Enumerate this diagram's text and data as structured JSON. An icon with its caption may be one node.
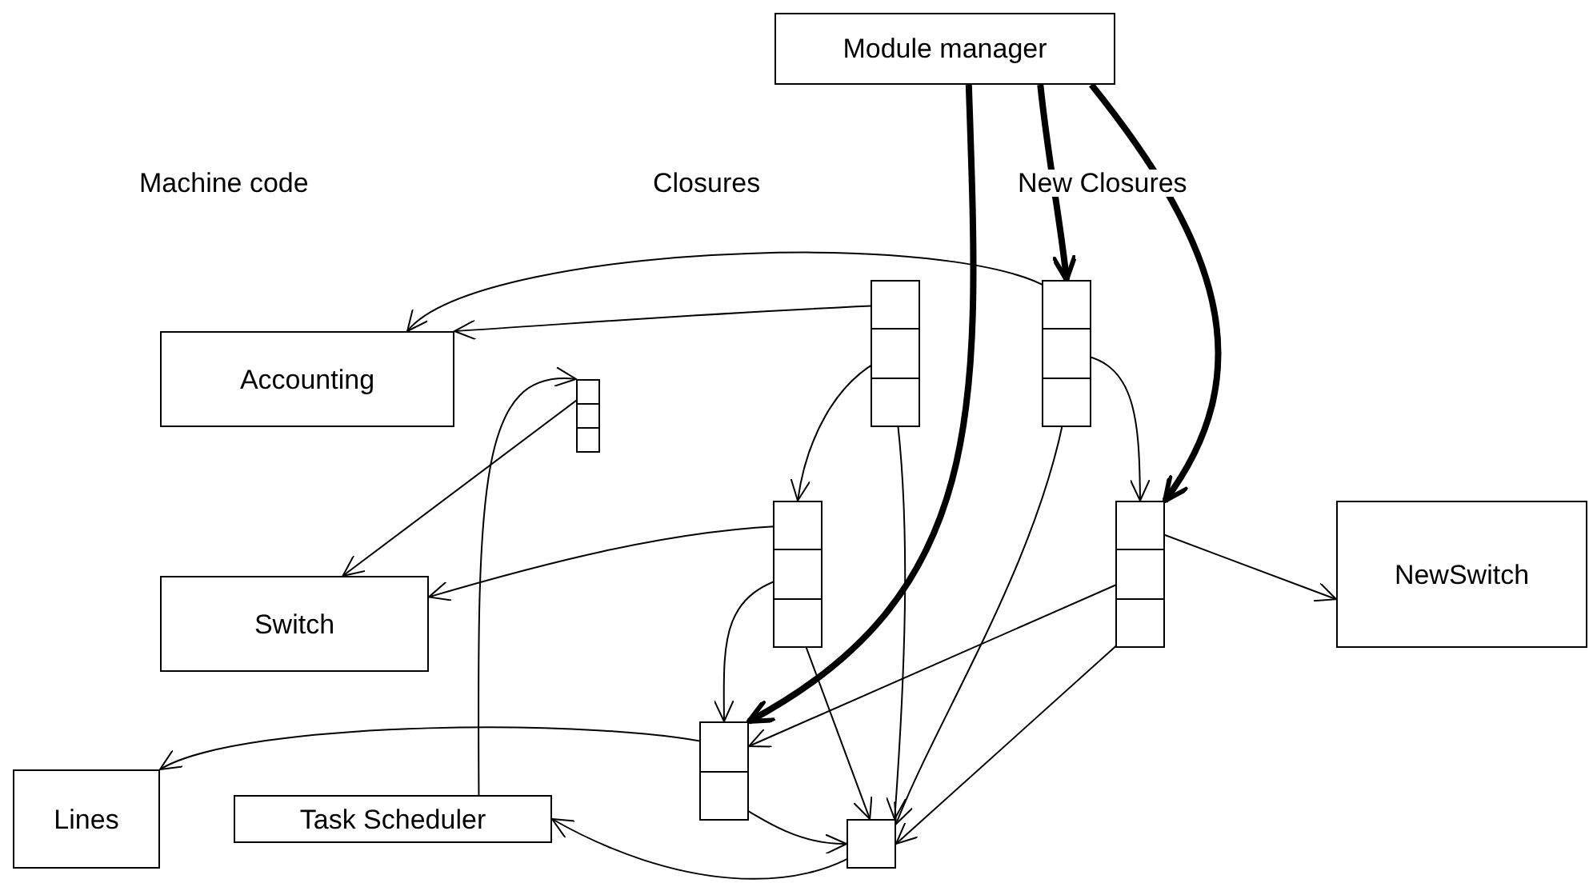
{
  "diagram": {
    "nodes": [
      {
        "text": [
          "Module manager"
        ]
      },
      {
        "text": [],
        "shape": "box"
      },
      {
        "text": [],
        "shape": "box"
      },
      {
        "text": [
          "Accounting"
        ]
      },
      {
        "text": [],
        "shape": "box"
      },
      {
        "text": [],
        "shape": "box"
      },
      {
        "text": [],
        "shape": "box"
      },
      {
        "text": [
          "Switch"
        ]
      },
      {
        "text": [
          "NewSwitch"
        ]
      },
      {
        "text": [],
        "shape": "box"
      },
      {
        "text": [
          "Lines"
        ]
      },
      {
        "text": [
          "Task Scheduler"
        ]
      },
      {
        "text": [],
        "shape": "box"
      }
    ],
    "edges": [
      {
        "from": 0,
        "to": 2,
        "arrow": "to",
        "style": "thick"
      },
      {
        "from": 0,
        "to": 6,
        "arrow": "to",
        "style": "thick"
      },
      {
        "from": 0,
        "to": 9,
        "arrow": "to",
        "style": "thick"
      },
      {
        "from": 1,
        "to": 3,
        "arrow": "to"
      },
      {
        "from": 2,
        "to": 3,
        "arrow": "to"
      },
      {
        "from": 1,
        "to": 5,
        "arrow": "to"
      },
      {
        "from": 1,
        "to": 12,
        "arrow": "to"
      },
      {
        "from": 2,
        "to": 12,
        "arrow": "to"
      },
      {
        "from": 2,
        "to": 6,
        "arrow": "to"
      },
      {
        "from": 4,
        "to": 7,
        "arrow": "to"
      },
      {
        "from": 11,
        "to": 4,
        "arrow": "to"
      },
      {
        "from": 5,
        "to": 7,
        "arrow": "to"
      },
      {
        "from": 5,
        "to": 9,
        "arrow": "to"
      },
      {
        "from": 5,
        "to": 12,
        "arrow": "to"
      },
      {
        "from": 6,
        "to": 8,
        "arrow": "to"
      },
      {
        "from": 6,
        "to": 9,
        "arrow": "to"
      },
      {
        "from": 6,
        "to": 12,
        "arrow": "to"
      },
      {
        "from": 9,
        "to": 10,
        "arrow": "to"
      },
      {
        "from": 9,
        "to": 12,
        "arrow": "to"
      },
      {
        "from": 12,
        "to": 11,
        "arrow": "to"
      }
    ],
    "labels": [
      "Machine code",
      "Closures",
      "New Closures"
    ]
  }
}
